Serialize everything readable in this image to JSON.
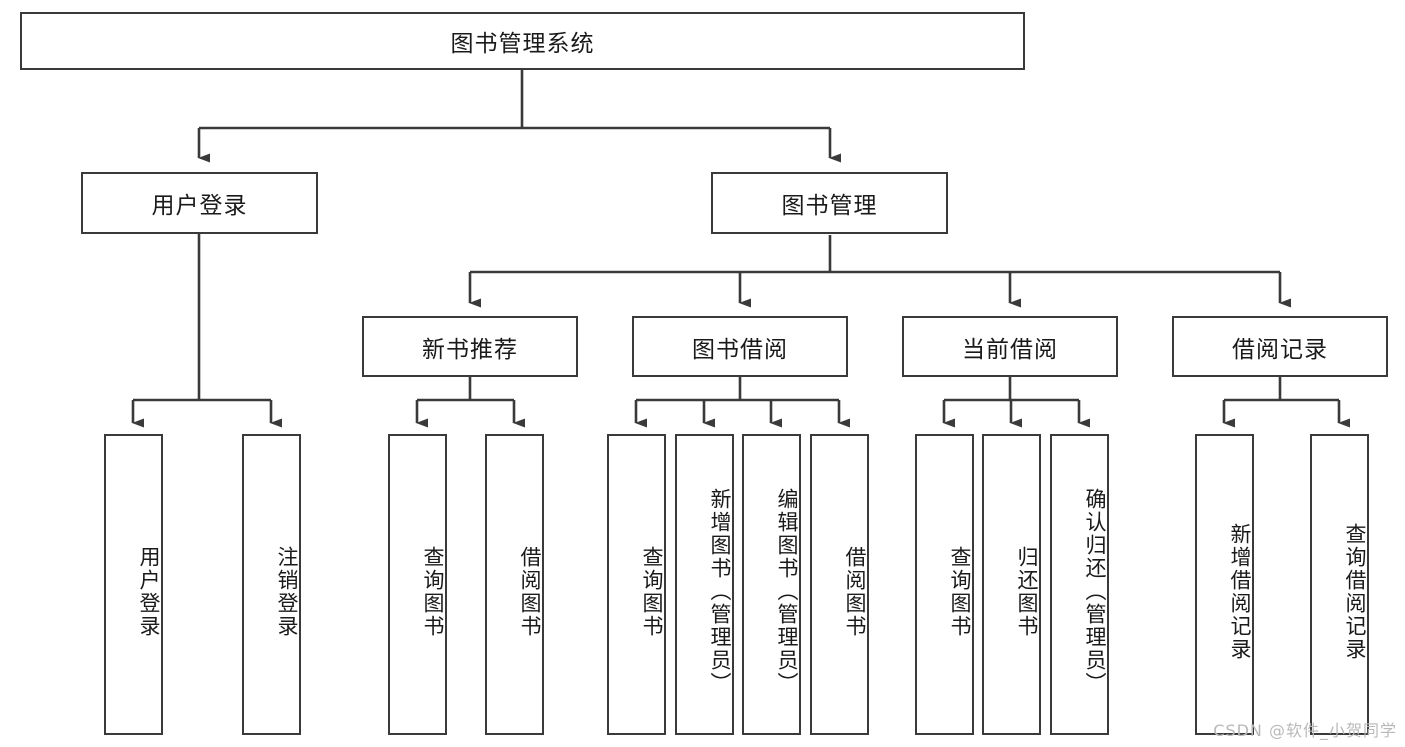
{
  "diagram": {
    "type": "tree-hierarchy",
    "title": "图书管理系统",
    "root": {
      "id": "root",
      "label": "图书管理系统",
      "orientation": "horizontal"
    },
    "level2": [
      {
        "id": "user-login",
        "label": "用户登录",
        "orientation": "horizontal"
      },
      {
        "id": "book-manage",
        "label": "图书管理",
        "orientation": "horizontal"
      }
    ],
    "level3": [
      {
        "id": "new-book-recommend",
        "label": "新书推荐",
        "orientation": "horizontal",
        "parent": "book-manage"
      },
      {
        "id": "book-borrow",
        "label": "图书借阅",
        "orientation": "horizontal",
        "parent": "book-manage"
      },
      {
        "id": "current-borrow",
        "label": "当前借阅",
        "orientation": "horizontal",
        "parent": "book-manage"
      },
      {
        "id": "borrow-record",
        "label": "借阅记录",
        "orientation": "horizontal",
        "parent": "book-manage"
      }
    ],
    "leaves": [
      {
        "id": "leaf-user-login",
        "label": "用户登录",
        "parent": "user-login"
      },
      {
        "id": "leaf-logout",
        "label": "注销登录",
        "parent": "user-login"
      },
      {
        "id": "leaf-query-book-1",
        "label": "查询图书",
        "parent": "new-book-recommend"
      },
      {
        "id": "leaf-borrow-book-1",
        "label": "借阅图书",
        "parent": "new-book-recommend"
      },
      {
        "id": "leaf-query-book-2",
        "label": "查询图书",
        "parent": "book-borrow"
      },
      {
        "id": "leaf-add-book",
        "label": "新增图书（管理员）",
        "parent": "book-borrow"
      },
      {
        "id": "leaf-edit-book",
        "label": "编辑图书（管理员）",
        "parent": "book-borrow"
      },
      {
        "id": "leaf-borrow-book-2",
        "label": "借阅图书",
        "parent": "book-borrow"
      },
      {
        "id": "leaf-query-book-3",
        "label": "查询图书",
        "parent": "current-borrow"
      },
      {
        "id": "leaf-return-book",
        "label": "归还图书",
        "parent": "current-borrow"
      },
      {
        "id": "leaf-confirm-return",
        "label": "确认归还（管理员）",
        "parent": "current-borrow"
      },
      {
        "id": "leaf-add-record",
        "label": "新增借阅记录",
        "parent": "borrow-record"
      },
      {
        "id": "leaf-query-record",
        "label": "查询借阅记录",
        "parent": "borrow-record"
      }
    ],
    "colors": {
      "stroke": "#3a3a3a",
      "fill": "#ffffff",
      "text": "#1a1a1a",
      "watermark": "#b9b9b9"
    }
  },
  "watermark": {
    "text": "CSDN @软件_小贺同学"
  }
}
